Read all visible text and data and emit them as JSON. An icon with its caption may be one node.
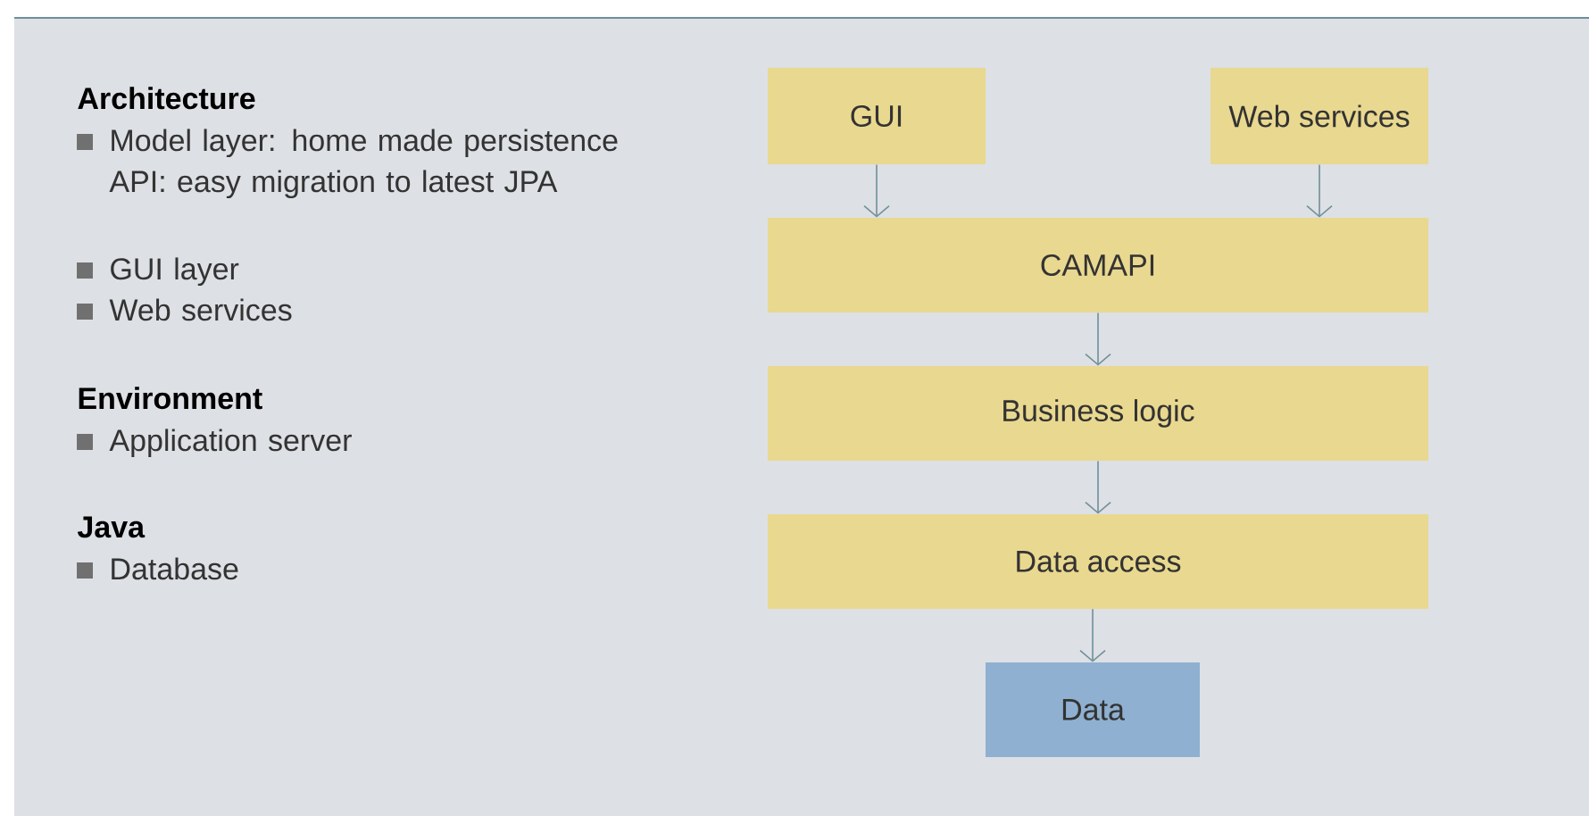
{
  "diagram": {
    "nodes": [
      {
        "text": [
          "GUI"
        ]
      },
      {
        "text": [
          "Web services"
        ]
      },
      {
        "text": [
          "CAMAPI"
        ]
      },
      {
        "text": [
          "Business logic"
        ]
      },
      {
        "text": [
          "Data access"
        ]
      },
      {
        "text": [
          "Data"
        ]
      }
    ],
    "edges": [
      {
        "from": 0,
        "to": 2,
        "arrow": "to"
      },
      {
        "from": 1,
        "to": 2,
        "arrow": "to"
      },
      {
        "from": 2,
        "to": 3,
        "arrow": "to"
      },
      {
        "from": 3,
        "to": 4,
        "arrow": "to"
      },
      {
        "from": 4,
        "to": 5,
        "arrow": "to"
      }
    ],
    "labels": [
      "Architecture",
      "Model layer: home made persistence API: easy migration to latest JPA",
      "GUI layer",
      "Web services",
      "Environment",
      "Application server",
      "Java",
      "Database"
    ]
  }
}
